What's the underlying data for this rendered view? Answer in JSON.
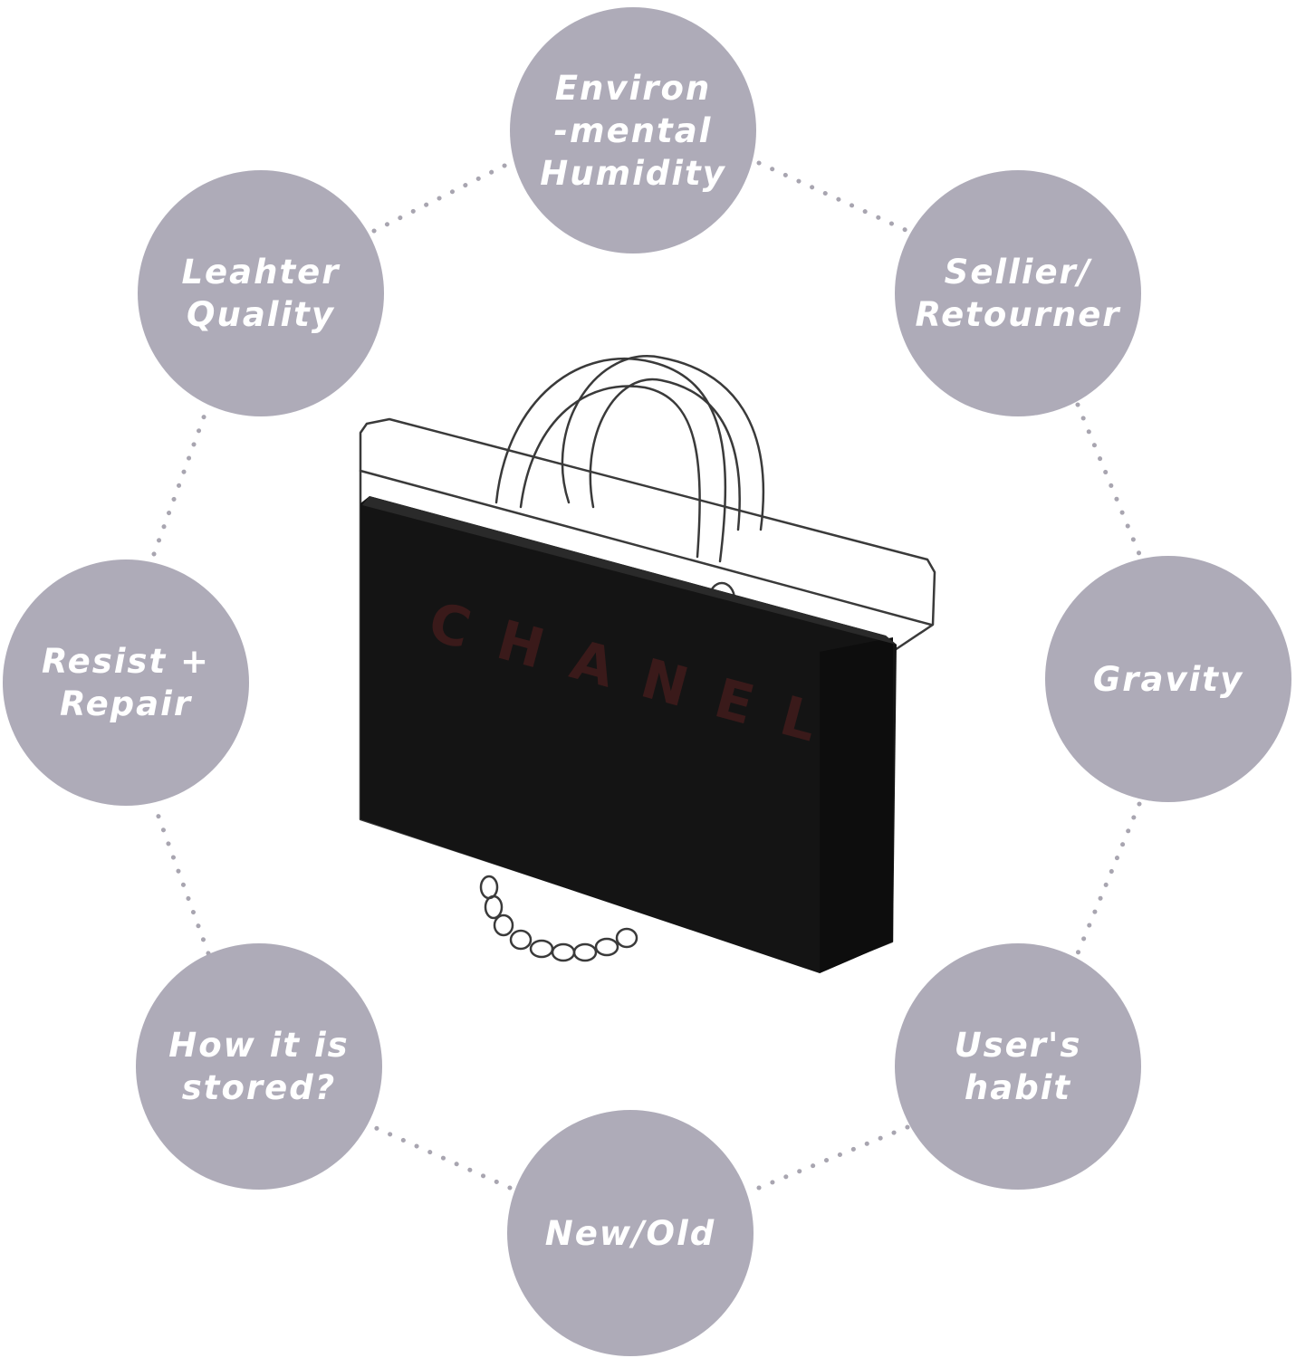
{
  "diagram": {
    "center": {
      "icon": "handbag-organizer-icon",
      "brand": "CHANEL"
    },
    "factors": [
      {
        "id": "humidity",
        "lines": [
          "Environ",
          "-mental",
          "Humidity"
        ]
      },
      {
        "id": "seller",
        "lines": [
          "Sellier/",
          "Retourner"
        ]
      },
      {
        "id": "gravity",
        "lines": [
          "Gravity"
        ]
      },
      {
        "id": "habit",
        "lines": [
          "User's",
          "habit"
        ]
      },
      {
        "id": "age",
        "lines": [
          "New/Old"
        ]
      },
      {
        "id": "storage",
        "lines": [
          "How it is",
          "stored?"
        ]
      },
      {
        "id": "repair",
        "lines": [
          "Resist +",
          "Repair"
        ]
      },
      {
        "id": "leather",
        "lines": [
          "Leahter",
          "Quality"
        ]
      }
    ],
    "colors": {
      "circle": "#aeabb8",
      "circle_text": "#ffffff",
      "connector": "#a8a5b0",
      "insert": "#141414",
      "outline": "#3a3a3a"
    }
  }
}
